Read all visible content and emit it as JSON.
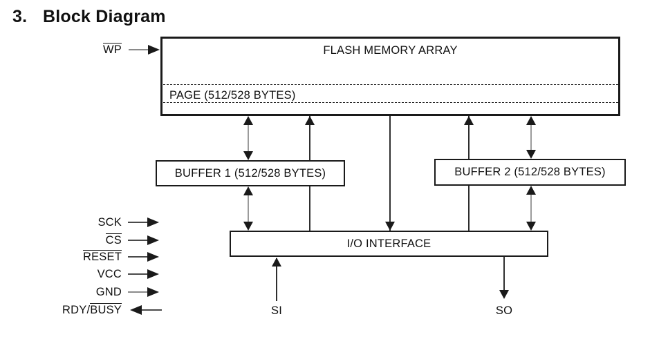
{
  "title": {
    "number": "3.",
    "label": "Block Diagram"
  },
  "blocks": {
    "flash": {
      "label": "FLASH MEMORY ARRAY"
    },
    "page_section": {
      "label": "PAGE (512/528 BYTES)"
    },
    "buffer1": {
      "label": "BUFFER 1 (512/528 BYTES)"
    },
    "buffer2": {
      "label": "BUFFER 2 (512/528 BYTES)"
    },
    "io": {
      "label": "I/O INTERFACE"
    }
  },
  "signals": {
    "wp": {
      "plain": "",
      "over": "WP",
      "direction": "input"
    },
    "sck": {
      "plain": "SCK",
      "over": "",
      "direction": "input"
    },
    "cs": {
      "plain": "",
      "over": "CS",
      "direction": "input"
    },
    "reset": {
      "plain": "",
      "over": "RESET",
      "direction": "input"
    },
    "vcc": {
      "plain": "VCC",
      "over": "",
      "direction": "input"
    },
    "gnd": {
      "plain": "GND",
      "over": "",
      "direction": "input"
    },
    "rdy_busy": {
      "plain": "RDY/",
      "over": "BUSY",
      "direction": "output"
    },
    "si": {
      "plain": "SI",
      "over": "",
      "direction": "input"
    },
    "so": {
      "plain": "SO",
      "over": "",
      "direction": "output"
    }
  },
  "colors": {
    "line_black": "#1a1a1a",
    "arrow_shaft_gray": "#9b9b9b",
    "text": "#111111",
    "background": "#ffffff"
  }
}
